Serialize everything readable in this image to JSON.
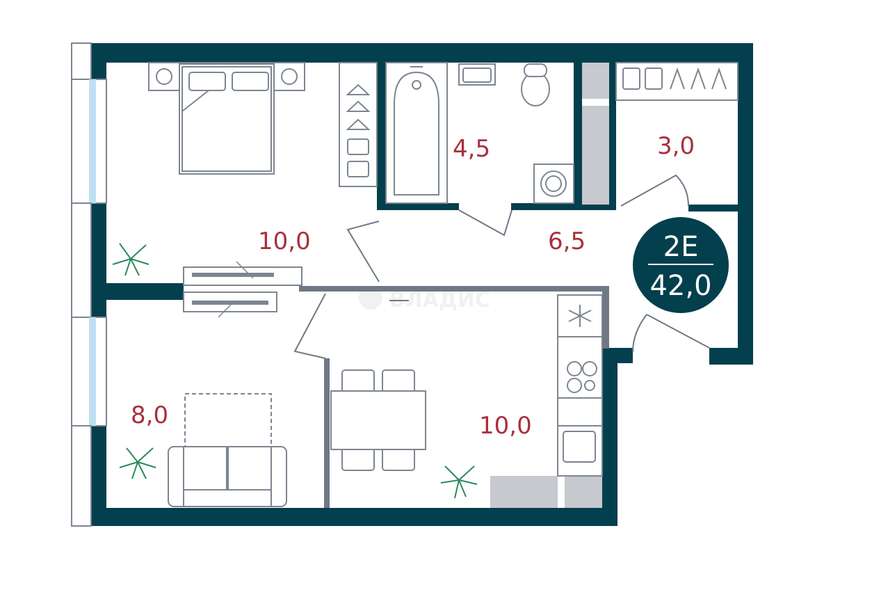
{
  "plan": {
    "rooms": [
      {
        "id": "bedroom",
        "area": "10,0"
      },
      {
        "id": "bathroom",
        "area": "4,5"
      },
      {
        "id": "wardrobe",
        "area": "3,0"
      },
      {
        "id": "hall",
        "area": "6,5"
      },
      {
        "id": "living",
        "area": "8,0"
      },
      {
        "id": "kitchen",
        "area": "10,0"
      }
    ],
    "badge": {
      "type": "2E",
      "total": "42,0"
    },
    "watermark": "ВЛАДИС",
    "colors": {
      "wall": "#033f4d",
      "area_label": "#a8303d",
      "furniture": "#7d8590",
      "window": "#bfe0f2",
      "plant": "#2b8a5d",
      "storage": "#c6c9ce"
    }
  }
}
